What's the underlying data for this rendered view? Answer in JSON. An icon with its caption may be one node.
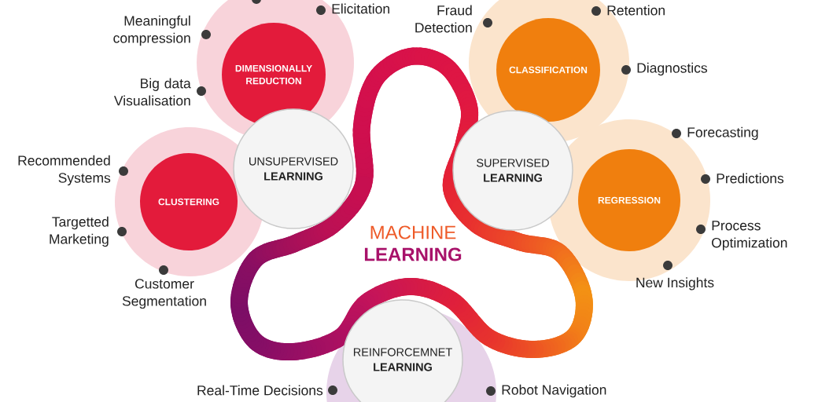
{
  "diagram": {
    "title": "MACHINE **LEARNING**",
    "nodes": [
      {
        "text": [
          "DIMENSIONALLY REDUCTION"
        ],
        "beside": [
          "Elicitation",
          "Meaningful compression",
          "Big data Visualisation"
        ]
      },
      {
        "text": [
          "CLASSIFICATION"
        ],
        "beside": [
          "Fraud Detection",
          "Retention",
          "Diagnostics"
        ]
      },
      {
        "text": [
          "CLUSTERING"
        ],
        "beside": [
          "Recommended Systems",
          "Targetted Marketing",
          "Customer Segmentation"
        ]
      },
      {
        "text": [
          "UNSUPERVISED **LEARNING**"
        ]
      },
      {
        "text": [
          "SUPERVISED **LEARNING**"
        ]
      },
      {
        "text": [
          "REGRESSION"
        ],
        "beside": [
          "Forecasting",
          "Predictions",
          "Process Optimization",
          "New Insights"
        ]
      },
      {
        "text": [
          "REINFORCEMNET **LEARNING**"
        ],
        "beside": [
          "Real-Time Decisions",
          "Robot Navigation"
        ]
      }
    ]
  }
}
